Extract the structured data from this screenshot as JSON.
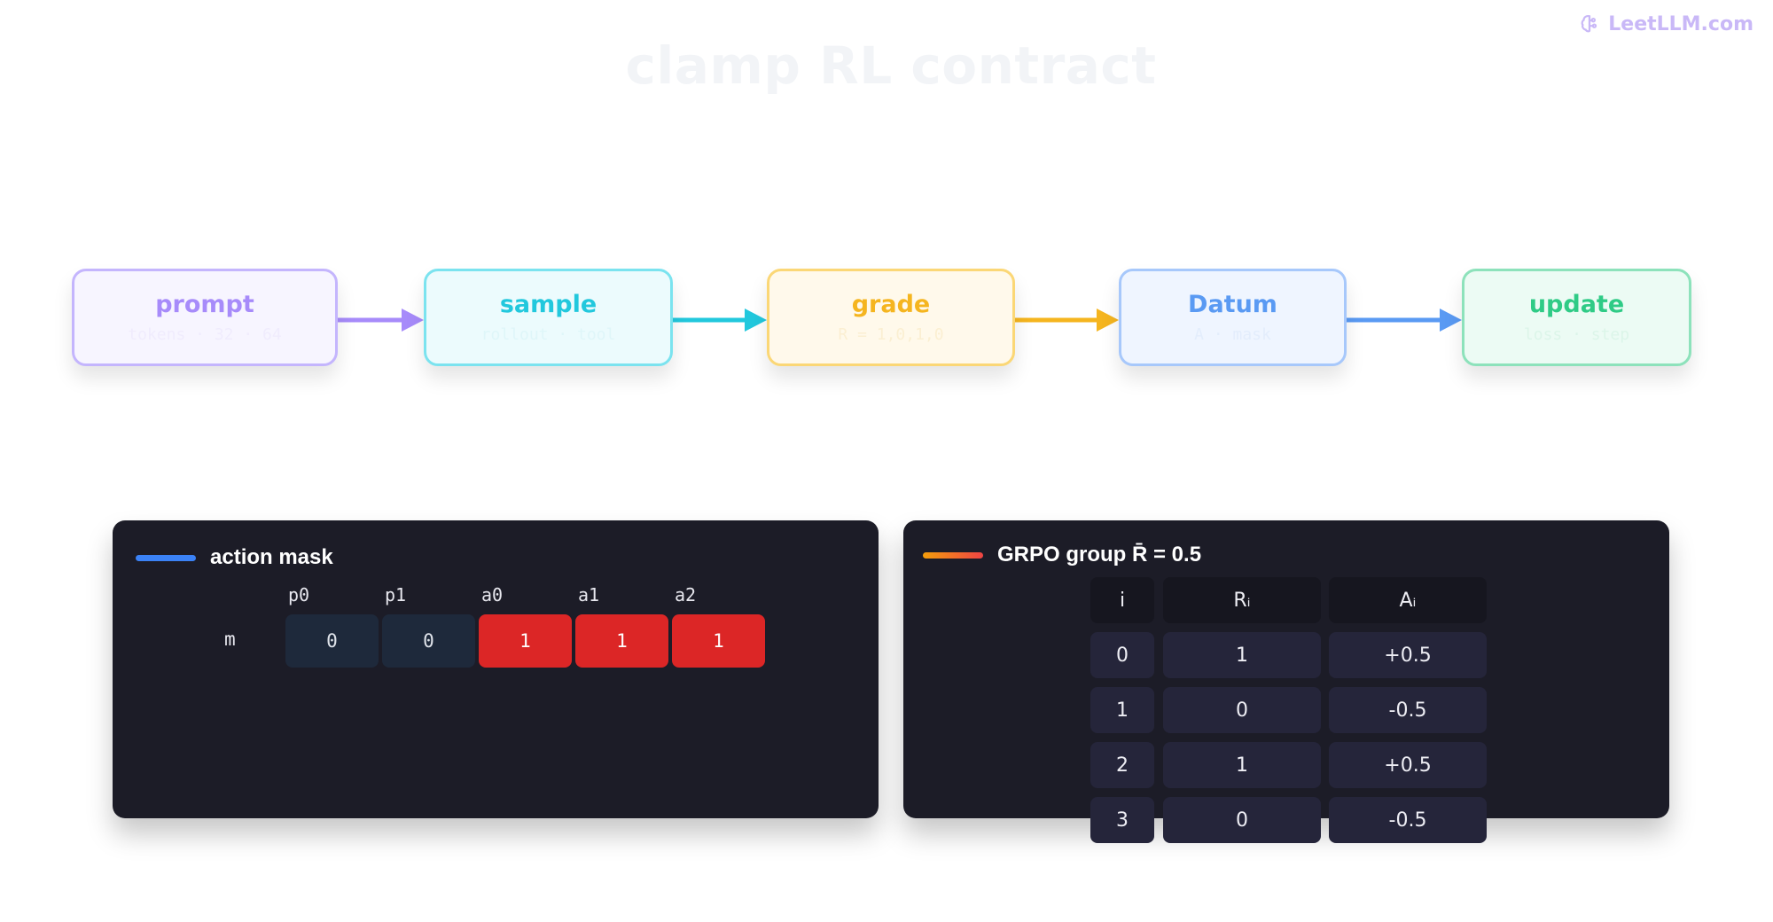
{
  "brand": {
    "name": "LeetLLM.com",
    "icon": "brain-icon",
    "color": "#c9b8f7"
  },
  "title": "clamp RL contract",
  "pipeline": {
    "nodes": [
      {
        "id": "prompt",
        "title": "prompt",
        "subtitle": "tokens · 32 · 64"
      },
      {
        "id": "sample",
        "title": "sample",
        "subtitle": "rollout · tool"
      },
      {
        "id": "grade",
        "title": "grade",
        "subtitle": "R = 1,0,1,0"
      },
      {
        "id": "datum",
        "title": "Datum",
        "subtitle": "A · mask"
      },
      {
        "id": "update",
        "title": "update",
        "subtitle": "loss · step"
      }
    ],
    "colors": {
      "prompt": "#a78bfa",
      "sample": "#22c8dd",
      "grade": "#f5b51f",
      "datum": "#5a9af3",
      "update": "#2fcb86"
    }
  },
  "action_mask": {
    "title": "action mask",
    "accent": "#3b82f6",
    "columns": [
      "p0",
      "p1",
      "a0",
      "a1",
      "a2"
    ],
    "row_label": "m",
    "values": [
      "0",
      "0",
      "1",
      "1",
      "1"
    ],
    "on_color": "#dc2626"
  },
  "grpo": {
    "title": "GRPO group R̄ = 0.5",
    "accent": "#f59e0b",
    "headers": [
      "i",
      "Rᵢ",
      "Aᵢ"
    ],
    "rows": [
      [
        "0",
        "1",
        "+0.5"
      ],
      [
        "1",
        "0",
        "-0.5"
      ],
      [
        "2",
        "1",
        "+0.5"
      ],
      [
        "3",
        "0",
        "-0.5"
      ]
    ]
  }
}
